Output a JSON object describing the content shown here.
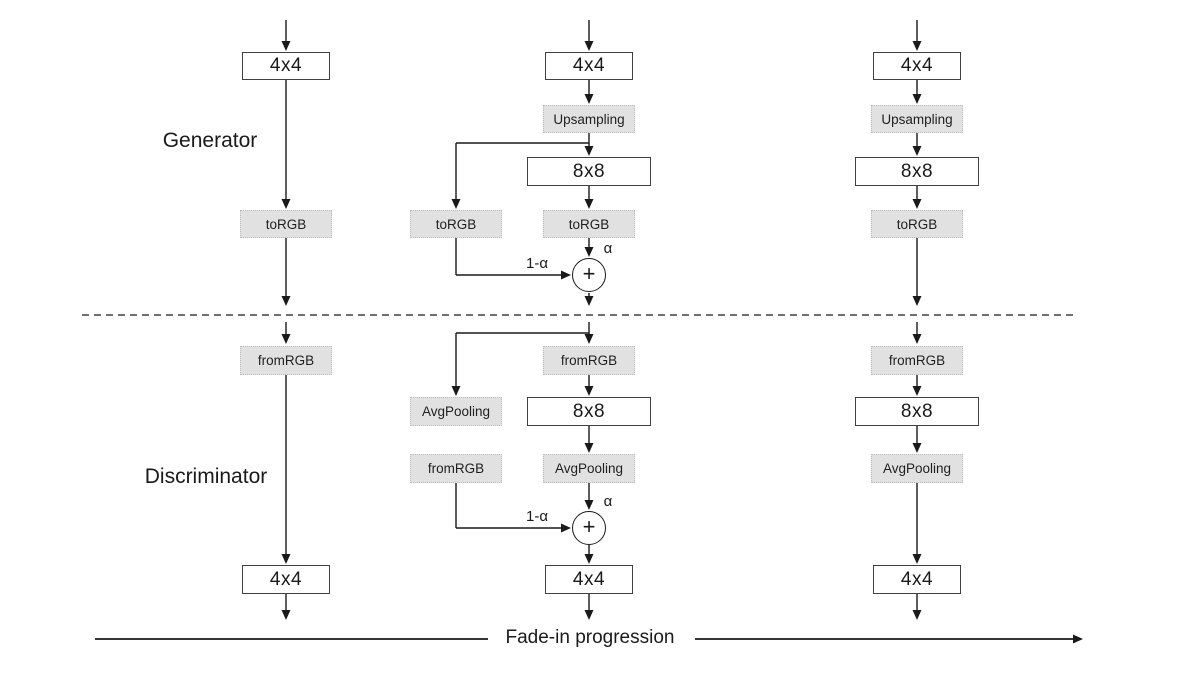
{
  "labels": {
    "generator": "Generator",
    "discriminator": "Discriminator",
    "fade": "Fade-in progression",
    "alpha": "α",
    "one_minus_alpha": "1-α",
    "plus": "+"
  },
  "nodes": {
    "l_g_4x4": "4x4",
    "l_g_torgb": "toRGB",
    "l_d_fromrgb": "fromRGB",
    "l_d_4x4": "4x4",
    "m_g_4x4": "4x4",
    "m_g_upsampling": "Upsampling",
    "m_g_8x8": "8x8",
    "m_g_torgb_skip": "toRGB",
    "m_g_torgb": "toRGB",
    "m_d_fromrgb": "fromRGB",
    "m_d_8x8": "8x8",
    "m_d_avgpool_skip": "AvgPooling",
    "m_d_fromrgb_skip": "fromRGB",
    "m_d_avgpool": "AvgPooling",
    "m_d_4x4": "4x4",
    "r_g_4x4": "4x4",
    "r_g_upsampling": "Upsampling",
    "r_g_8x8": "8x8",
    "r_g_torgb": "toRGB",
    "r_d_fromrgb": "fromRGB",
    "r_d_8x8": "8x8",
    "r_d_avgpool": "AvgPooling",
    "r_d_4x4": "4x4"
  },
  "colors": {
    "wire": "#1a1a1a",
    "box_border": "#404040",
    "gray_fill": "#e1e1e1",
    "white_fill": "#ffffff",
    "text": "#1a1a1a"
  }
}
